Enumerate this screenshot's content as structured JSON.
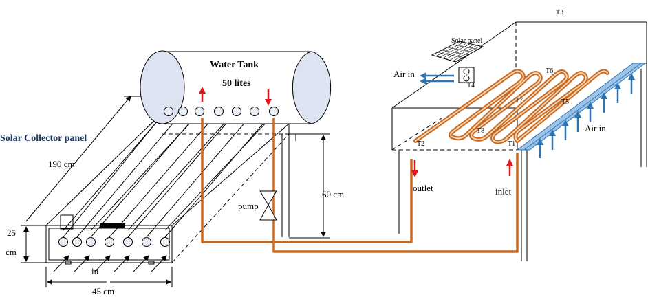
{
  "labels": {
    "water_tank": "Water Tank",
    "capacity": "50 lites",
    "collector_title": "Solar Collector panel",
    "length": "190 cm",
    "height_value": "25",
    "height_unit": "cm",
    "width": "45 cm",
    "inlet_tubes": "in",
    "pump": "pump",
    "stand_height": "60 cm",
    "outlet": "outlet",
    "inlet": "inlet",
    "air_in_right": "Air in",
    "air_in_top": "Air in",
    "solar_panel": "Solar panel",
    "sensors": {
      "t1": "T1",
      "t2": "T2",
      "t3": "T3",
      "t4": "T4",
      "t5": "T5",
      "t6": "T6",
      "t7": "T7",
      "t8": "T8"
    }
  },
  "colors": {
    "pipe": "#c9691f",
    "flow_arrow": "#e8141b",
    "air_arrow": "#2e75b6",
    "title": "#1f3864",
    "tank_fill": "#dde3f1"
  }
}
